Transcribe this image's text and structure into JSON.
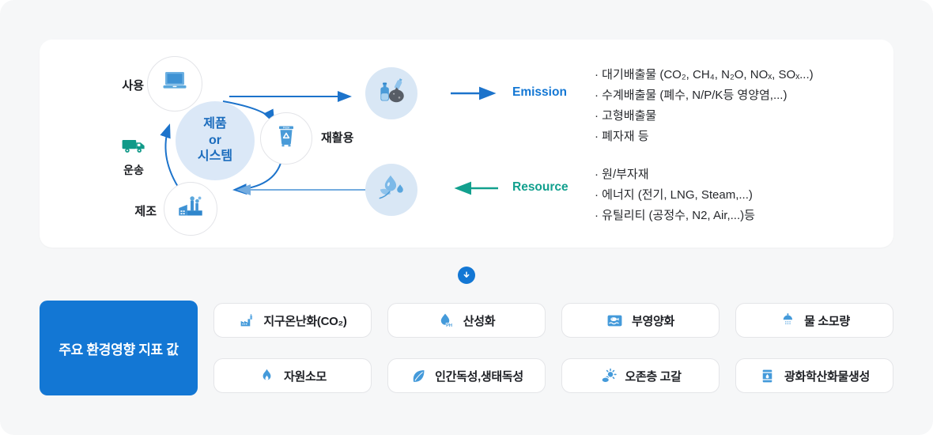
{
  "colors": {
    "primary_blue": "#1377d4",
    "teal": "#12a08e",
    "icon_blue": "#449ada",
    "soft_circle_bg": "#d9e7f5"
  },
  "lifecycle": {
    "center": {
      "line1": "제품",
      "line2": "or",
      "line3": "시스템"
    },
    "nodes": {
      "use": "사용",
      "recycle": "재활용",
      "transport": "운송",
      "manufacture": "제조"
    },
    "bin_text": "PUSH"
  },
  "emission": {
    "label": "Emission",
    "items": [
      "· 대기배출물 (CO₂, CH₄, N₂O, NOₓ, SOₓ...)",
      "· 수계배출물 (폐수, N/P/K등 영양염,...)",
      "· 고형배출물",
      "· 폐자재 등"
    ]
  },
  "resource": {
    "label": "Resource",
    "items": [
      "· 원/부자재",
      "· 에너지 (전기, LNG, Steam,...)",
      "· 유틸리티 (공정수, N2, Air,...)등"
    ]
  },
  "indicators": {
    "title": "주요 환경영향 지표 값",
    "cards": [
      {
        "label": "지구온난화(CO₂)"
      },
      {
        "label": "산성화",
        "badge": "PH"
      },
      {
        "label": "부영양화"
      },
      {
        "label": "물 소모량"
      },
      {
        "label": "자원소모"
      },
      {
        "label": "인간독성,생태독성"
      },
      {
        "label": "오존층 고갈"
      },
      {
        "label": "광화학산화물생성"
      }
    ]
  }
}
